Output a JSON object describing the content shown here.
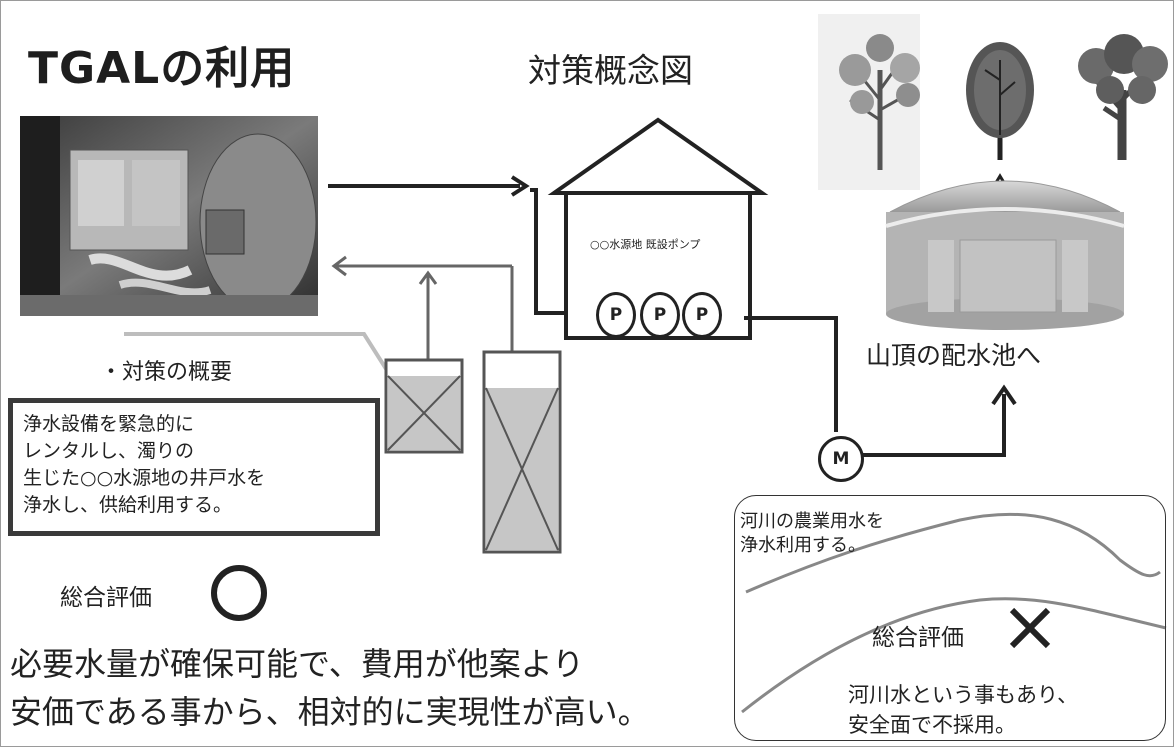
{
  "title": "TGALの利用",
  "concept_title": "対策概念図",
  "pump_house_label": "○○水源地 既設ポンプ",
  "pump_labels": [
    "P",
    "P",
    "P"
  ],
  "motor_label": "M",
  "destination_label": "山頂の配水池へ",
  "outline_heading": "・対策の概要",
  "outline_lines": [
    "浄水設備を緊急的に",
    "レンタルし、濁りの",
    "生じた○○水源地の井戸水を",
    "浄水し、供給利用する。"
  ],
  "evaluation_label": "総合評価",
  "evaluation_mark": "circle",
  "conclusion_lines": [
    "必要水量が確保可能で、費用が他案より",
    "安価である事から、相対的に実現性が高い。"
  ],
  "river_option": {
    "description_lines": [
      "河川の農業用水を",
      "浄水利用する。"
    ],
    "evaluation_label": "総合評価",
    "evaluation_mark": "cross",
    "result_lines": [
      "河川水という事もあり、",
      "安全面で不採用。"
    ]
  },
  "icons": [
    "photo-equipment",
    "tree-icon",
    "reservoir-icon",
    "filter-tank-icon",
    "cross-mark-icon",
    "circle-mark-icon"
  ]
}
